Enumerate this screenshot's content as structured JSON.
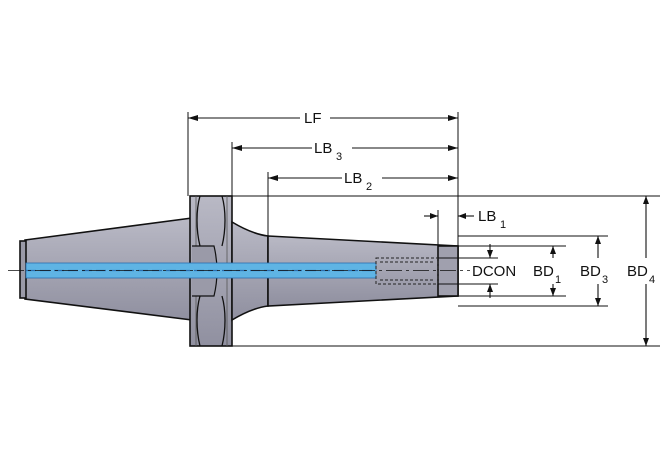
{
  "labels": {
    "lf": "LF",
    "lb3_main": "LB",
    "lb3_sub": "3",
    "lb2_main": "LB",
    "lb2_sub": "2",
    "lb1_main": "LB",
    "lb1_sub": "1",
    "dcon": "DCON",
    "bd1_main": "BD",
    "bd1_sub": "1",
    "bd3_main": "BD",
    "bd3_sub": "3",
    "bd4_main": "BD",
    "bd4_sub": "4"
  },
  "colors": {
    "body": "#a9a9b6",
    "body_dark": "#8f8f9e",
    "coolant": "#5fb4e4",
    "coolant_dash": "#2a6fb0",
    "line": "#111111"
  }
}
